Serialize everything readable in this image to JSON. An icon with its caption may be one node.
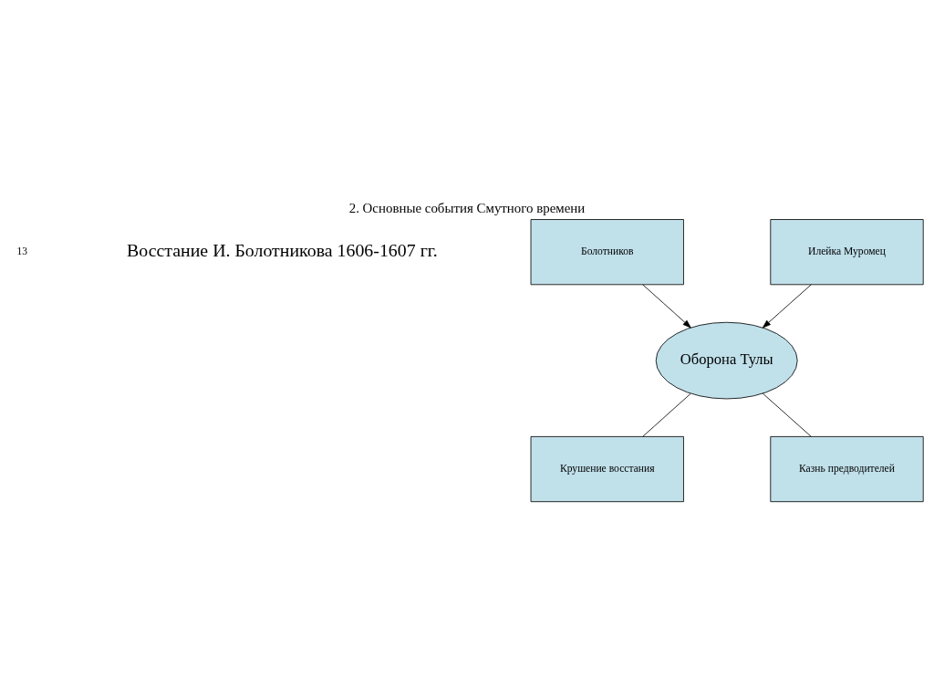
{
  "diagram": {
    "title": "2. Основные события Смутного времени",
    "nodes": [
      {
        "text": [
          "Болотников"
        ]
      },
      {
        "text": [
          "Илейка Муромец"
        ]
      },
      {
        "text": [
          "Оборона Тулы"
        ]
      },
      {
        "text": [
          "Крушение восстания"
        ]
      },
      {
        "text": [
          "Казнь предводителей"
        ]
      }
    ],
    "edges": [
      {
        "from": 0,
        "to": 2,
        "arrow": "to"
      },
      {
        "from": 1,
        "to": 2,
        "arrow": "to"
      },
      {
        "from": 2,
        "to": 3,
        "arrow": "none"
      },
      {
        "from": 2,
        "to": 4,
        "arrow": "none"
      }
    ],
    "labels": [
      "13",
      "Восстание И. Болотникова 1606-1607 гг."
    ]
  }
}
